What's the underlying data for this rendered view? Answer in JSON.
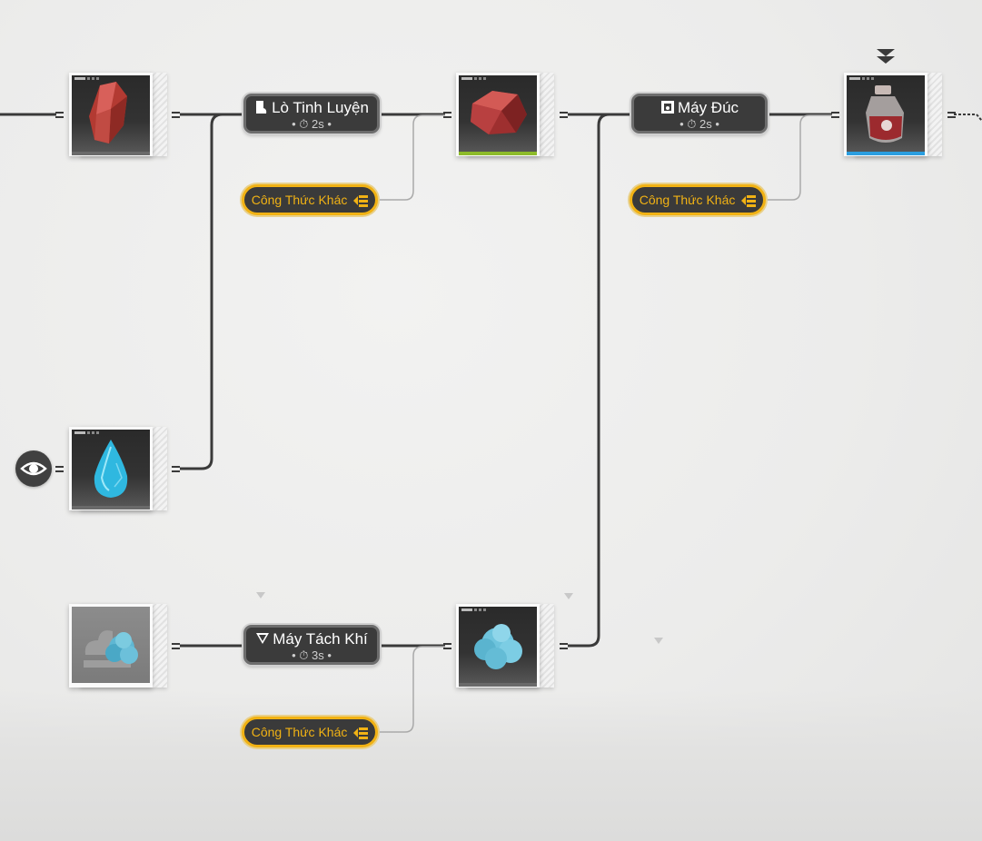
{
  "machines": [
    {
      "name": "Lò Tinh Luyện",
      "time": "2s",
      "icon": "smelter-icon"
    },
    {
      "name": "Máy Đúc",
      "time": "2s",
      "icon": "foundry-icon"
    },
    {
      "name": "Máy Tách Khí",
      "time": "3s",
      "icon": "gas-separator-icon"
    }
  ],
  "recipes": {
    "label": "Công Thức Khác",
    "icon": "list-icon"
  },
  "items": [
    {
      "name": "raw-red-ore-icon"
    },
    {
      "name": "refined-red-crystal-icon",
      "bar": "#8dbb2a"
    },
    {
      "name": "red-bottle-icon",
      "bar": "#2b9ee0"
    },
    {
      "name": "water-drop-icon"
    },
    {
      "name": "gas-cloud-locked-icon"
    },
    {
      "name": "gas-cloud-icon"
    }
  ],
  "colors": {
    "accent": "#f1b214",
    "node_bg": "#3b3b3b",
    "wire": "#3a3a3a",
    "green_bar": "#8dbb2a",
    "blue_bar": "#2b9ee0"
  }
}
